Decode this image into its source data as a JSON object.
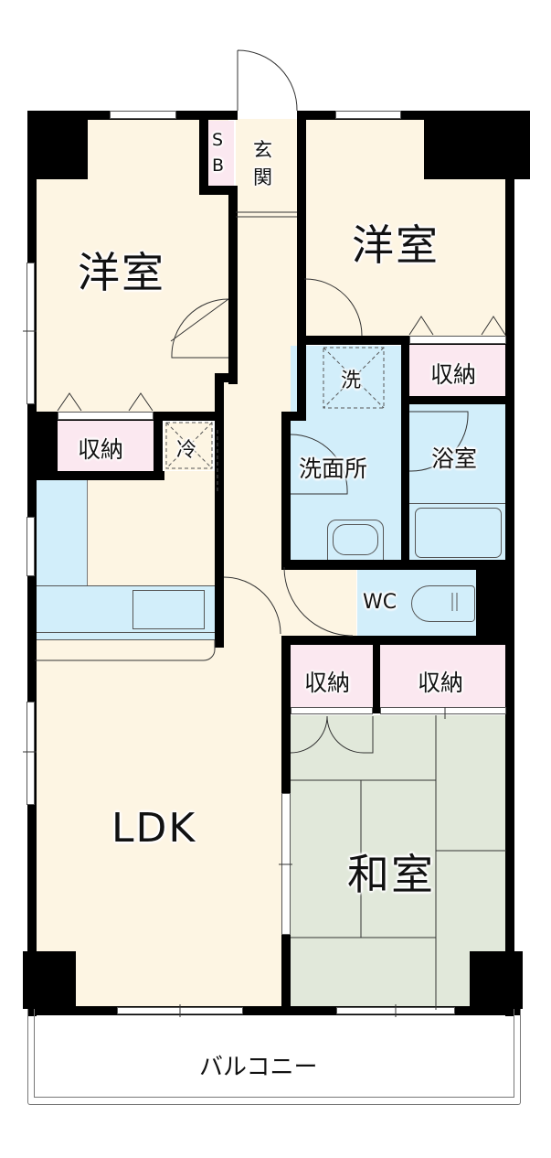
{
  "floorplan": {
    "rooms": {
      "western_room_left": {
        "label": "洋室"
      },
      "western_room_right": {
        "label": "洋室"
      },
      "shoe_box": {
        "label_top": "S",
        "label_bottom": "B"
      },
      "entrance": {
        "label_top": "玄",
        "label_bottom": "関"
      },
      "storage_left": {
        "label": "収納"
      },
      "fridge": {
        "label": "冷"
      },
      "storage_right_top": {
        "label": "収納"
      },
      "washer": {
        "label": "洗"
      },
      "washroom": {
        "label": "洗面所"
      },
      "bathroom": {
        "label": "浴室"
      },
      "toilet": {
        "label": "WC"
      },
      "storage_bottom_left": {
        "label": "収納"
      },
      "storage_bottom_right": {
        "label": "収納"
      },
      "ldk": {
        "label": "LDK"
      },
      "japanese_room": {
        "label": "和室"
      },
      "balcony": {
        "label": "バルコニー"
      }
    },
    "colors": {
      "wall": "#000000",
      "living_floor": "#fdf5e3",
      "wet_area": "#d2eefa",
      "storage": "#fbe8f0",
      "tatami": "#e1e8da",
      "background": "#ffffff"
    }
  }
}
